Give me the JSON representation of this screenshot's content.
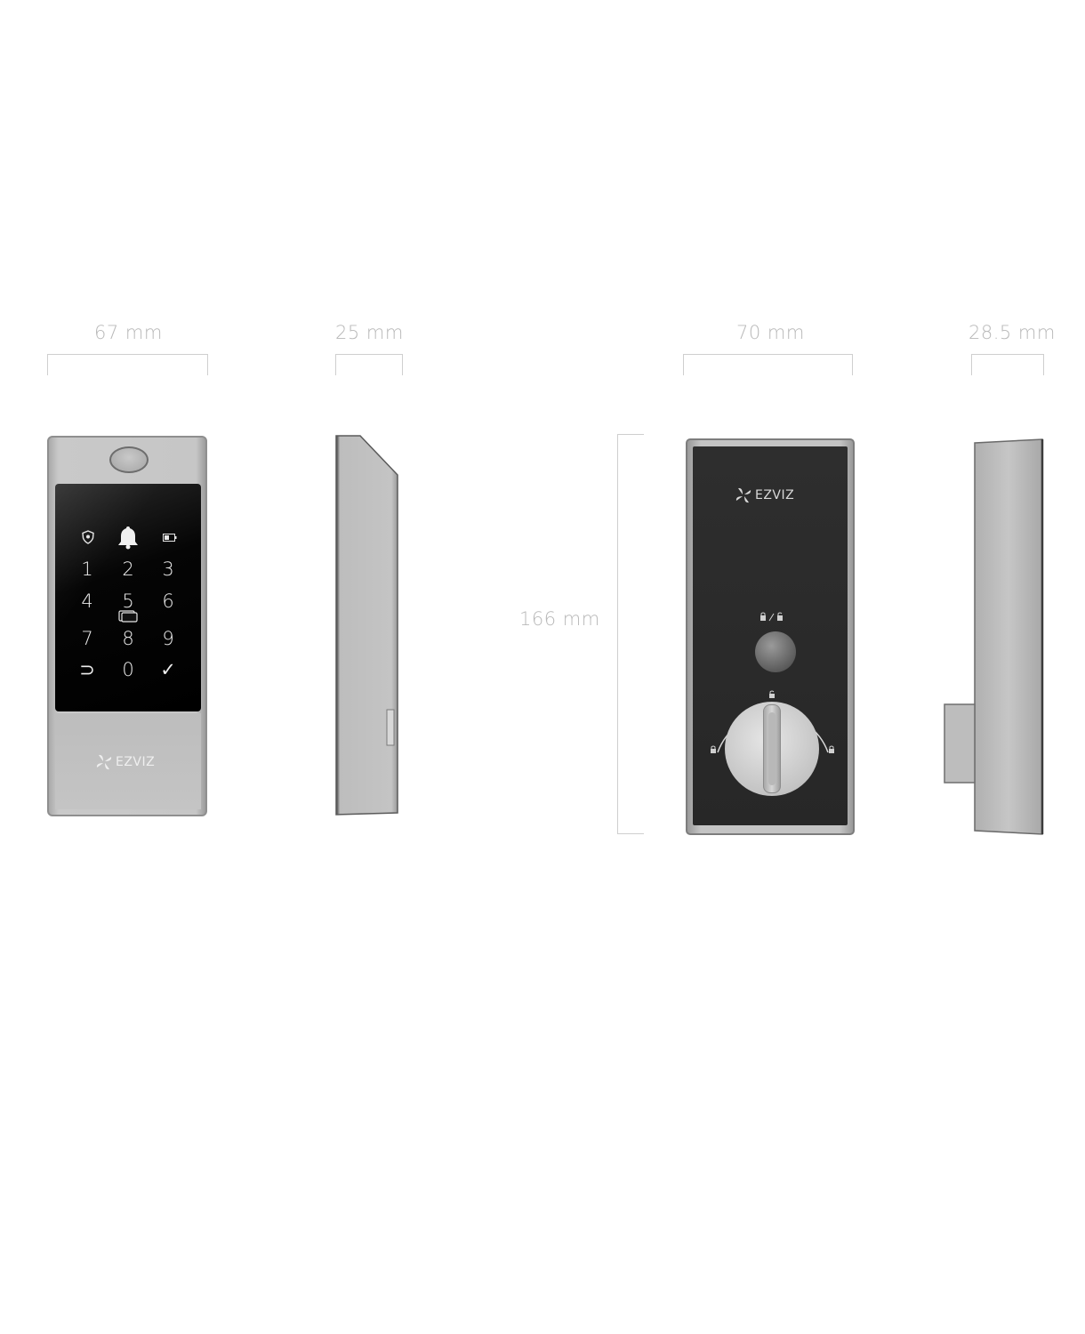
{
  "dimensions": {
    "front_width": "67 mm",
    "front_depth": "25 mm",
    "back_width": "70 mm",
    "back_depth": "28.5 mm",
    "height": "166 mm"
  },
  "keypad": {
    "keys": [
      "1",
      "2",
      "3",
      "4",
      "5",
      "6",
      "7",
      "8",
      "9",
      "0"
    ],
    "check": "✓",
    "back": "⊃"
  },
  "brand": "EZVIZ",
  "icons": [
    "shield-icon",
    "bell-icon",
    "battery-icon",
    "card-icon",
    "fan-logo-icon",
    "lock-icon",
    "unlock-icon"
  ]
}
